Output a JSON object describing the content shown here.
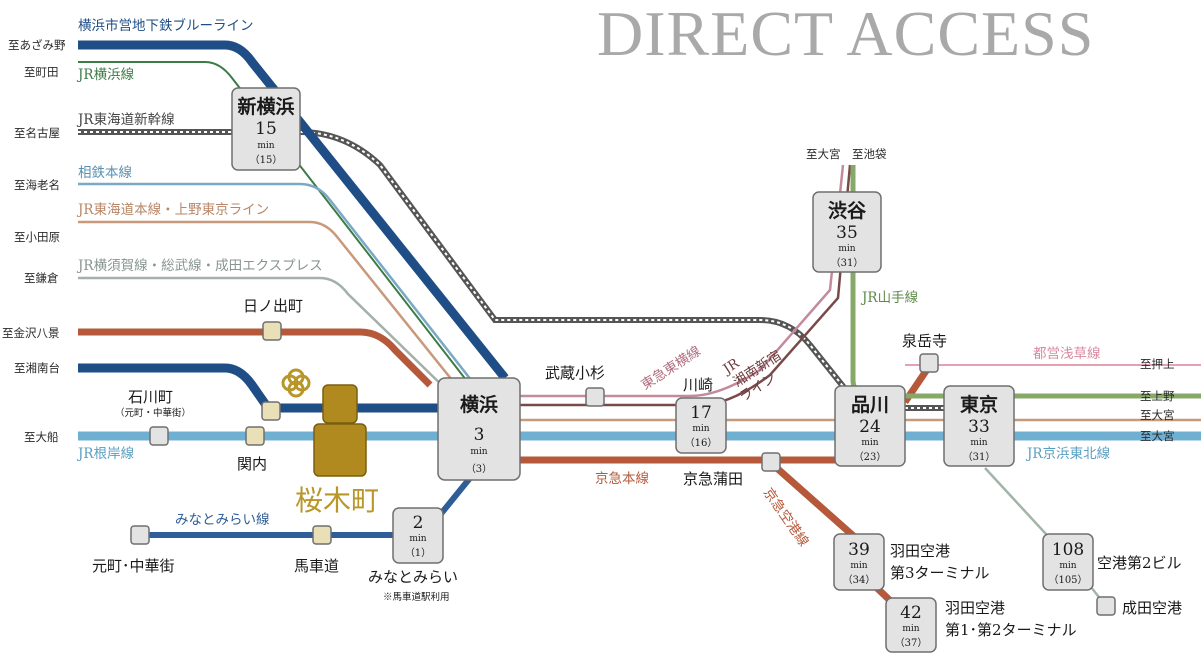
{
  "title": "DIRECT ACCESS",
  "colors": {
    "blueline": "#1f4e86",
    "green": "#3d7c47",
    "shinkansen": "#555555",
    "sotetsu": "#7aa9c6",
    "tokaido": "#c8997a",
    "yokosuka": "#a3b0ab",
    "keikyu": "#b5593a",
    "negishi": "#6fb0d2",
    "minatomirai": "#2e5d97",
    "toyoko": "#c38a9a",
    "shonan": "#7a4a4a",
    "yamanote": "#86a96a",
    "asakusa": "#e6a0b4",
    "narita": "#a3b4a8",
    "gold": "#b8962a"
  },
  "destinations": {
    "azamino": "至あざみ野",
    "machida": "至町田",
    "nagoya": "至名古屋",
    "ebina": "至海老名",
    "odawara": "至小田原",
    "kamakura": "至鎌倉",
    "kanazawa": "至金沢八景",
    "shonandai": "至湘南台",
    "ofuna": "至大船",
    "omiya_top": "至大宮",
    "ikebukuro": "至池袋",
    "oshiage": "至押上",
    "ueno": "至上野",
    "omiya_r1": "至大宮",
    "omiya_r2": "至大宮"
  },
  "lines": {
    "blueline": "横浜市営地下鉄ブルーライン",
    "yokohama": "JR横浜線",
    "shinkansen": "JR東海道新幹線",
    "sotetsu": "相鉄本線",
    "tokaido": "JR東海道本線・上野東京ライン",
    "yokosuka": "JR横須賀線・総武線・成田エクスプレス",
    "negishi": "JR根岸線",
    "minatomirai": "みなとみらい線",
    "toyoko": "東急東横線",
    "shonan_1": "JR",
    "shonan_2": "湘南新宿",
    "shonan_3": "ライン",
    "keikyu": "京急本線",
    "keikyu_airport": "京急空港線",
    "yamanote": "JR山手線",
    "asakusa": "都営浅草線",
    "keihin": "JR京浜東北線"
  },
  "stations": {
    "hinodecho": "日ノ出町",
    "ishikawacho": "石川町",
    "ishikawacho_sub": "（元町・中華街）",
    "kannai": "関内",
    "sakuragicho": "桜木町",
    "bashamichi": "馬車道",
    "motomachi": "元町･中華街",
    "minatomirai": "みなとみらい",
    "minatomirai_note": "※馬車道駅利用",
    "musashikosugi": "武蔵小杉",
    "keikyukamata": "京急蒲田",
    "sengakuji": "泉岳寺",
    "haneda3_1": "羽田空港",
    "haneda3_2": "第3ターミナル",
    "haneda12_1": "羽田空港",
    "haneda12_2": "第1･第2ターミナル",
    "airport2_1": "空港第2ビル",
    "narita": "成田空港"
  },
  "boxes": {
    "shinyokohama": {
      "name": "新横浜",
      "time": "15",
      "unit": "min",
      "alt": "（15）"
    },
    "yokohama": {
      "name": "横浜",
      "time": "3",
      "unit": "min",
      "alt": "（3）"
    },
    "minatomirai": {
      "time": "2",
      "unit": "min",
      "alt": "（1）"
    },
    "kawasaki": {
      "name": "川崎",
      "time": "17",
      "unit": "min",
      "alt": "（16）"
    },
    "shibuya": {
      "name": "渋谷",
      "time": "35",
      "unit": "min",
      "alt": "（31）"
    },
    "shinagawa": {
      "name": "品川",
      "time": "24",
      "unit": "min",
      "alt": "（23）"
    },
    "tokyo": {
      "name": "東京",
      "time": "33",
      "unit": "min",
      "alt": "（31）"
    },
    "haneda3": {
      "time": "39",
      "unit": "min",
      "alt": "（34）"
    },
    "haneda12": {
      "time": "42",
      "unit": "min",
      "alt": "（37）"
    },
    "airport2": {
      "time": "108",
      "unit": "min",
      "alt": "（105）"
    }
  }
}
